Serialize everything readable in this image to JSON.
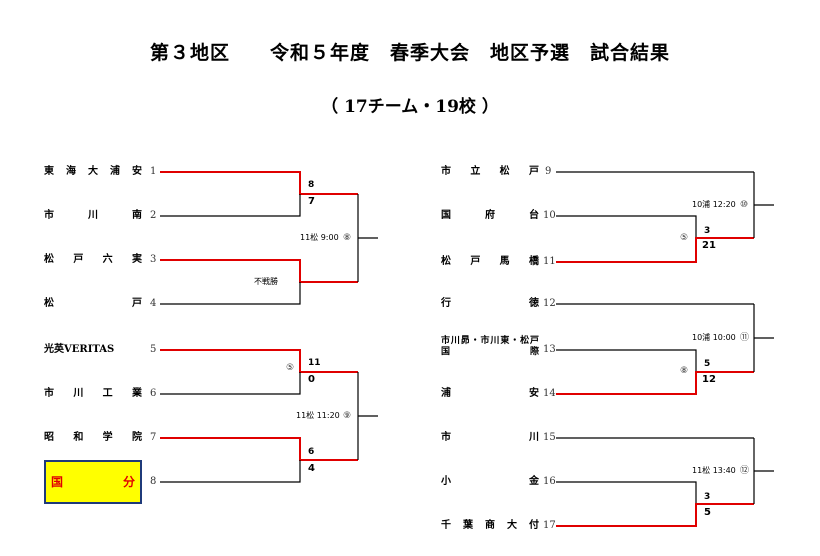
{
  "header": {
    "title": "第３地区　　令和５年度　春季大会　地区予選　試合結果",
    "subtitle": "（ 17チーム・19校 ）"
  },
  "left_teams": [
    {
      "name": "東海大浦安",
      "seed": "1"
    },
    {
      "name": "市川南",
      "seed": "2"
    },
    {
      "name": "松戸六実",
      "seed": "3"
    },
    {
      "name": "松戸",
      "seed": "4"
    },
    {
      "name": "光英VERITAS",
      "seed": "5"
    },
    {
      "name": "市川工業",
      "seed": "6"
    },
    {
      "name": "昭和学院",
      "seed": "7"
    },
    {
      "name": "国分",
      "seed": "8"
    }
  ],
  "right_teams": [
    {
      "name": "市立松戸",
      "seed": "9"
    },
    {
      "name": "国府台",
      "seed": "10"
    },
    {
      "name": "松戸馬橋",
      "seed": "11"
    },
    {
      "name": "行徳",
      "seed": "12"
    },
    {
      "name": "市川昴・市川東・松戸国際",
      "seed": "13"
    },
    {
      "name": "浦安",
      "seed": "14"
    },
    {
      "name": "市川",
      "seed": "15"
    },
    {
      "name": "小金",
      "seed": "16"
    },
    {
      "name": "千葉商大付",
      "seed": "17"
    }
  ],
  "matches": {
    "l1": {
      "score_top": "8",
      "score_bottom": "7"
    },
    "l2": {
      "note": "不戦勝"
    },
    "l3": {
      "circle": "⑤",
      "score_top": "11",
      "score_bottom": "0"
    },
    "l4": {
      "score_top": "6",
      "score_bottom": "4"
    },
    "lsemi1": {
      "info": "11松 9:00",
      "circle": "⑧"
    },
    "lsemi2": {
      "info": "11松 11:20",
      "circle": "⑨"
    },
    "r1": {
      "circle": "⑤",
      "score_top": "3",
      "score_bottom": "21"
    },
    "r2": {
      "circle": "⑧",
      "score_top": "5",
      "score_bottom": "12"
    },
    "r3": {
      "score_top": "3",
      "score_bottom": "5"
    },
    "rsemi1": {
      "info": "10浦 12:20",
      "circle": "⑩"
    },
    "rsemi2": {
      "info": "10浦 10:00",
      "circle": "⑪"
    },
    "rsemi3": {
      "info": "11松 13:40",
      "circle": "⑫"
    }
  },
  "colors": {
    "win_line": "#e00000",
    "line": "#000000",
    "highlight_bg": "#ffff00",
    "highlight_border": "#1f3a7a",
    "highlight_text": "#e00000"
  }
}
